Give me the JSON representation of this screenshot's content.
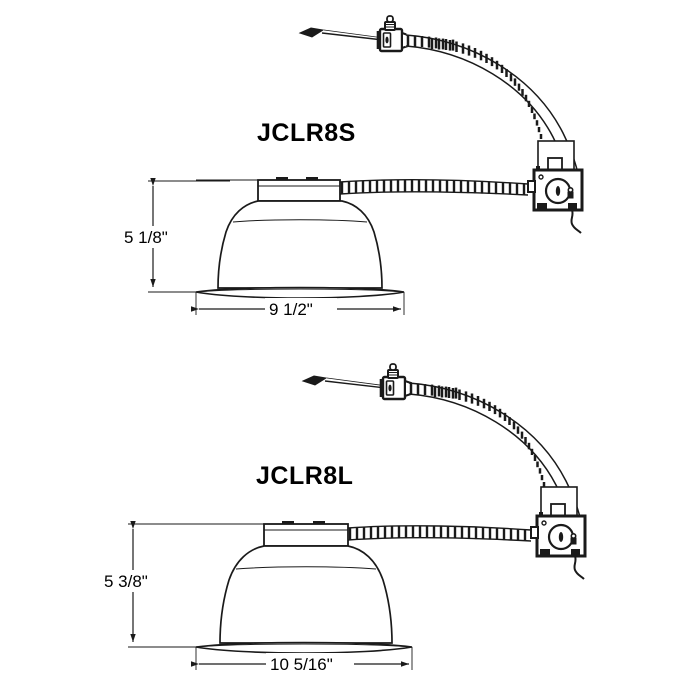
{
  "page": {
    "background_color": "#ffffff",
    "line_color": "#1a1a1a",
    "text_color": "#000000",
    "drawing_type": "technical-line-drawing",
    "subject": "recessed-downlight-housing-with-flexible-conduit-whip-and-junction-box"
  },
  "drawings": [
    {
      "id": "jclr8s",
      "model_label": "JCLR8S",
      "height_dimension": "5 1/8\"",
      "width_dimension": "9 1/2\"",
      "parts": [
        "trim-flange",
        "bell-housing",
        "top-collar",
        "flexible-conduit-whip",
        "junction-box",
        "cable-connector",
        "mounting-wire"
      ]
    },
    {
      "id": "jclr8l",
      "model_label": "JCLR8L",
      "height_dimension": "5 3/8\"",
      "width_dimension": "10 5/16\"",
      "parts": [
        "trim-flange",
        "bell-housing",
        "top-collar",
        "flexible-conduit-whip",
        "junction-box",
        "cable-connector",
        "mounting-wire"
      ]
    }
  ]
}
